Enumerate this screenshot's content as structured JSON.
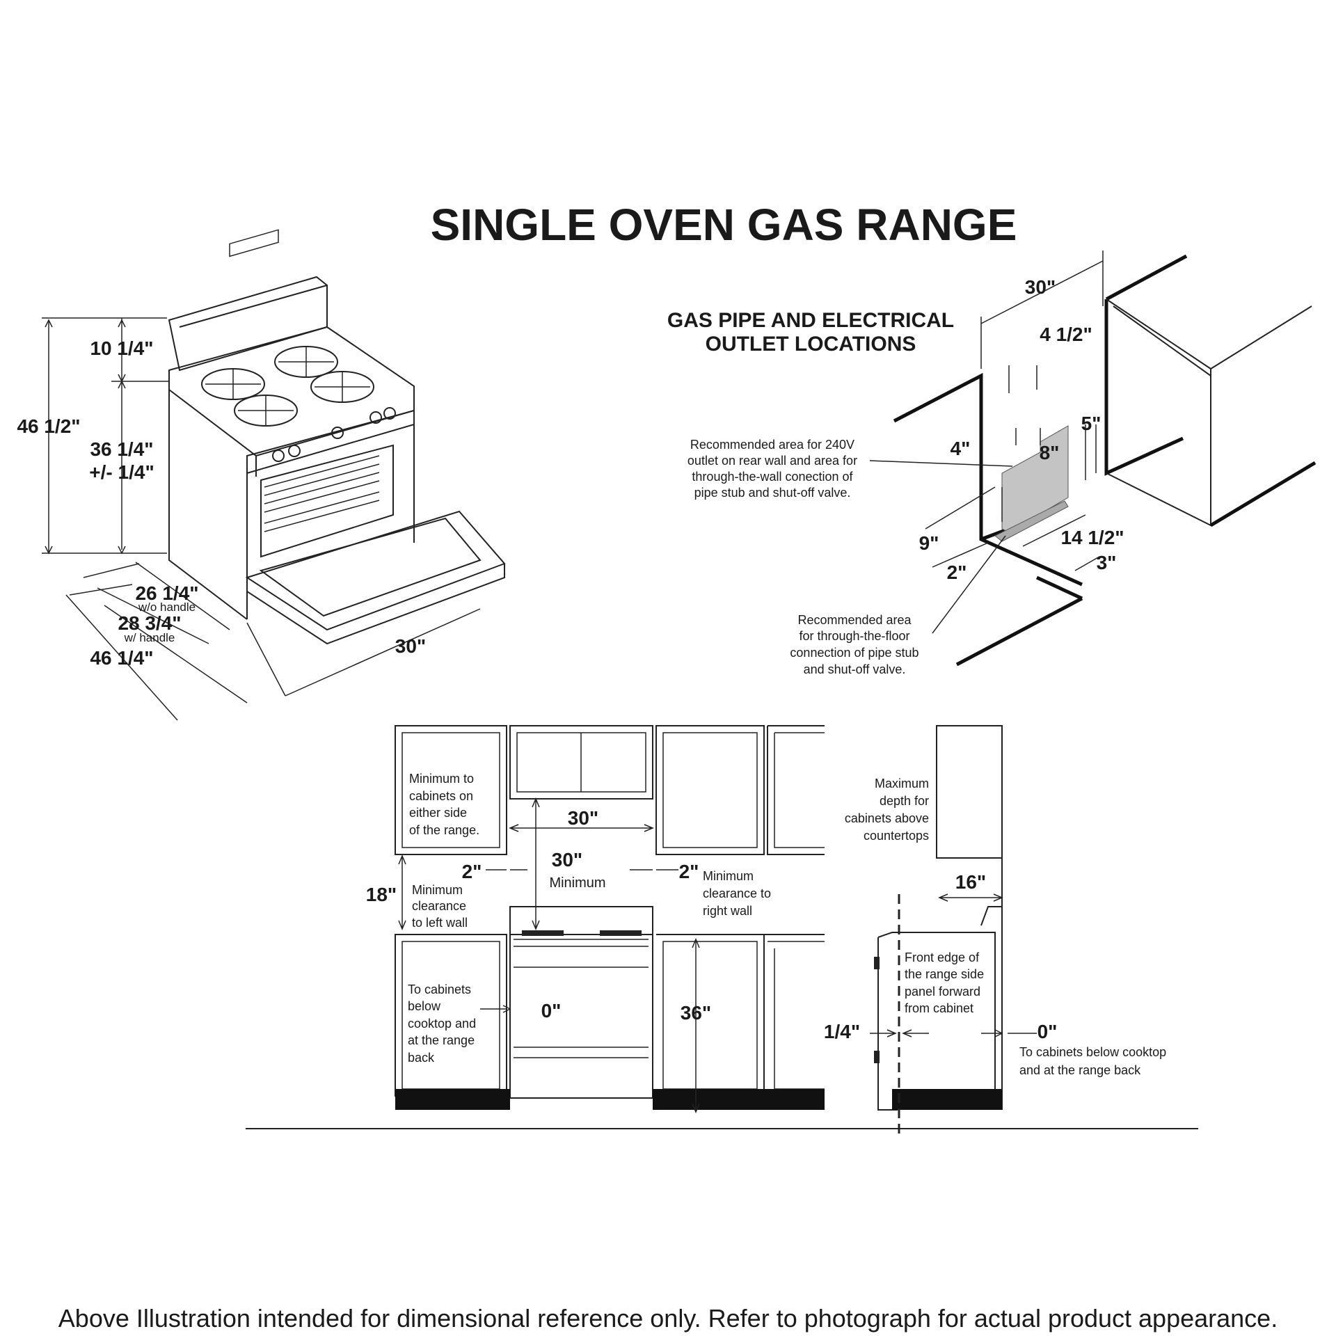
{
  "title": "SINGLE OVEN GAS RANGE",
  "range_dims": {
    "backguard": "10 1/4\"",
    "overall_height": "46 1/2\"",
    "cooktop_height": "36 1/4\"",
    "cooktop_tolerance": "+/- 1/4\"",
    "depth_no_handle": "26 1/4\"",
    "depth_no_handle_note": "w/o handle",
    "depth_handle": "28 3/4\"",
    "depth_handle_note": "w/ handle",
    "depth_door_open": "46 1/4\"",
    "width": "30\""
  },
  "gas_pipe": {
    "heading_line1": "GAS PIPE AND ELECTRICAL",
    "heading_line2": "OUTLET LOCATIONS",
    "width": "30\"",
    "offset_4_1_2": "4 1/2\"",
    "dim_5": "5\"",
    "dim_4": "4\"",
    "dim_8": "8\"",
    "dim_9": "9\"",
    "dim_2": "2\"",
    "dim_14_1_2": "14 1/2\"",
    "dim_3": "3\"",
    "wall_note": [
      "Recommended area for 240V",
      "outlet on rear wall and area for",
      "through-the-wall conection of",
      "pipe stub and shut-off valve."
    ],
    "floor_note": [
      "Recommended area",
      "for through-the-floor",
      "connection of pipe stub",
      "and shut-off valve."
    ]
  },
  "front_view": {
    "cab_note": [
      "Minimum to",
      "cabinets on",
      "either side",
      "of the range."
    ],
    "width": "30\"",
    "clear_above": "30\"",
    "clear_above_label": "Minimum",
    "left_gap": "2\"",
    "right_gap": "2\"",
    "left_wall_note": [
      "Minimum",
      "clearance",
      "to left wall"
    ],
    "right_wall_note": [
      "Minimum",
      "clearance to",
      "right wall"
    ],
    "counter_to_cab": "18\"",
    "below_note": [
      "To cabinets",
      "below",
      "cooktop and",
      "at the range",
      "back"
    ],
    "zero_gap": "0\"",
    "counter_height": "36\""
  },
  "side_view": {
    "max_depth_note": [
      "Maximum",
      "depth for",
      "cabinets above",
      "countertops"
    ],
    "upper_depth": "16\"",
    "front_edge_note": [
      "Front edge of",
      "the range side",
      "panel forward",
      "from cabinet"
    ],
    "offset": "1/4\"",
    "zero_gap": "0\"",
    "zero_note": [
      "To cabinets below cooktop",
      "and at the range back"
    ]
  },
  "footer": "Above Illustration intended for dimensional reference only. Refer to photograph for actual product appearance."
}
